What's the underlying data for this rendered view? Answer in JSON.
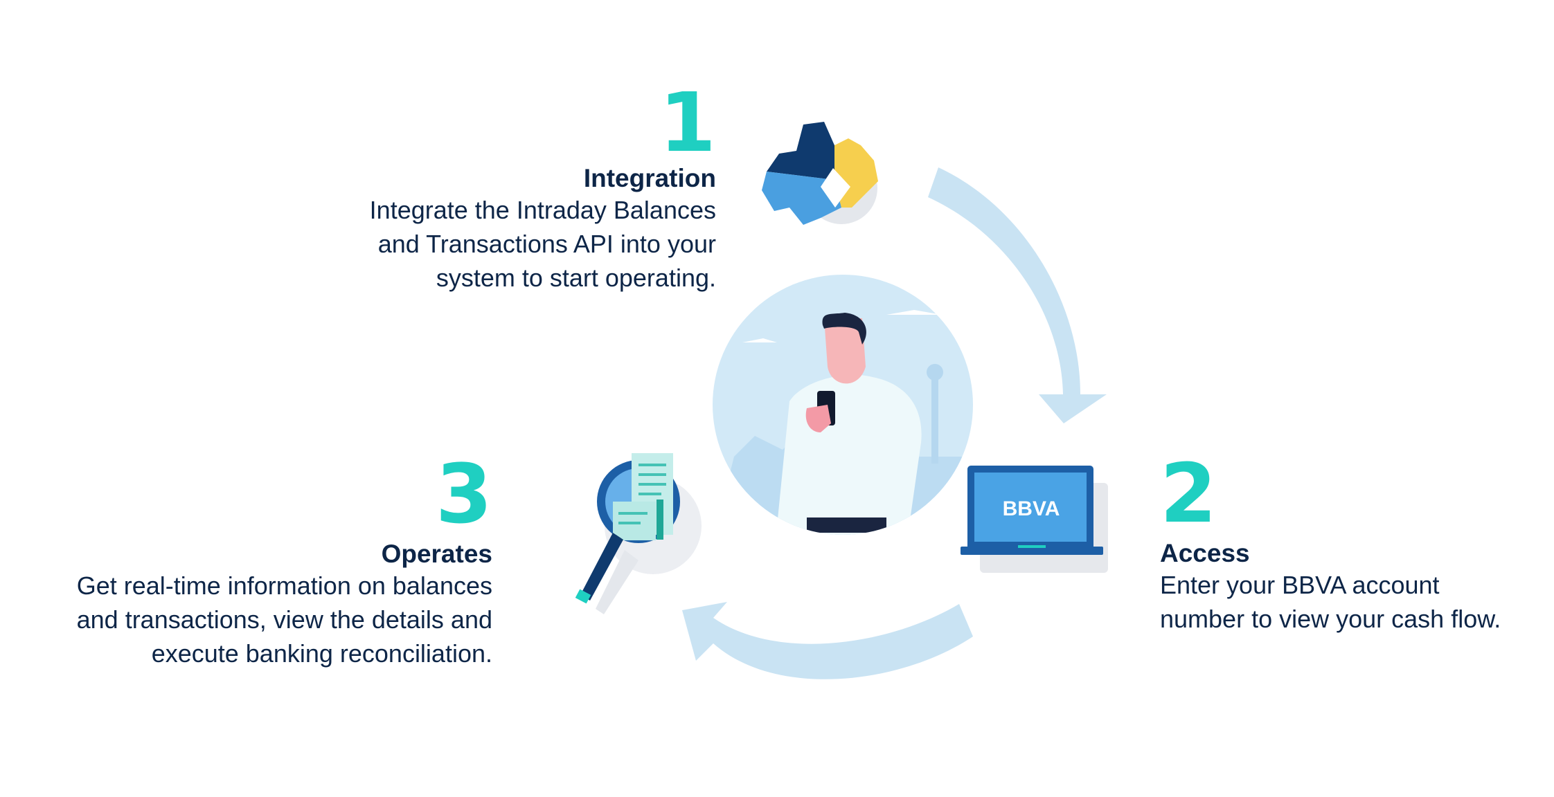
{
  "steps": [
    {
      "number": "1",
      "title": "Integration",
      "lines": [
        "Integrate the Intraday Balances",
        "and Transactions API into your",
        "system to start operating."
      ]
    },
    {
      "number": "2",
      "title": "Access",
      "lines": [
        "Enter your BBVA account",
        "number to view your cash flow."
      ]
    },
    {
      "number": "3",
      "title": "Operates",
      "lines": [
        "Get real-time information on balances",
        "and transactions, view the details and",
        "execute banking reconciliation."
      ]
    }
  ],
  "laptop_logo": "BBVA",
  "colors": {
    "accent_number": "#1fcfc1",
    "text": "#0d2547",
    "arrow": "#c9e3f3",
    "gear_dark": "#0f3a6e",
    "gear_light": "#4a9fe0",
    "gear_yellow": "#f6cf4e",
    "laptop_blue": "#1d5fa6"
  },
  "icons": [
    "gear-icon",
    "laptop-icon",
    "magnifier-receipt-icon",
    "person-phone-illustration"
  ]
}
